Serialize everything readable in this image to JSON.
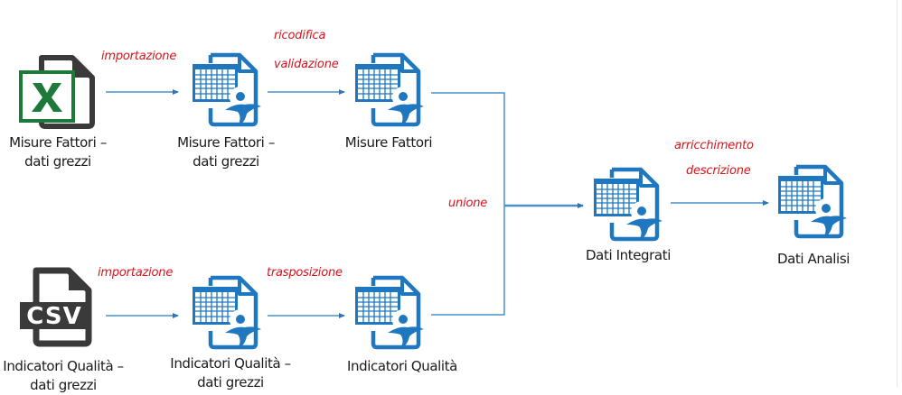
{
  "colors": {
    "flow_line": "#4a90c8",
    "arrow": "#2e75b6",
    "icon_blue": "#1f77c0",
    "operation_text": "#d9121b",
    "excel_green": "#1e7a3a",
    "file_dark": "#3a3a3a",
    "label_text": "#1a1a1a"
  },
  "nodes": {
    "excel_source": {
      "icon": "excel-file-icon",
      "label_line1": "Misure Fattori –",
      "label_line2": "dati grezzi"
    },
    "csv_source": {
      "icon": "csv-file-icon",
      "label_line1": "Indicatori Qualità –",
      "label_line2": "dati grezzi",
      "icon_text": "CSV"
    },
    "mf_raw": {
      "icon": "dataset-file-icon",
      "label_line1": "Misure Fattori –",
      "label_line2": "dati grezzi"
    },
    "mf": {
      "icon": "dataset-file-icon",
      "label_line1": "Misure Fattori"
    },
    "iq_raw": {
      "icon": "dataset-file-icon",
      "label_line1": "Indicatori Qualità –",
      "label_line2": "dati grezzi"
    },
    "iq": {
      "icon": "dataset-file-icon",
      "label_line1": "Indicatori Qualità"
    },
    "integrated": {
      "icon": "dataset-file-icon",
      "label_line1": "Dati Integrati"
    },
    "analysis": {
      "icon": "dataset-file-icon",
      "label_line1": "Dati Analisi"
    }
  },
  "operations": {
    "import_top": "importazione",
    "recode": "ricodifica",
    "validate": "validazione",
    "import_bottom": "importazione",
    "transpose": "trasposizione",
    "union": "unione",
    "enrich": "arricchimento",
    "describe": "descrizione"
  },
  "edges": [
    {
      "from": "excel_source",
      "to": "mf_raw",
      "operation": [
        "importazione"
      ]
    },
    {
      "from": "mf_raw",
      "to": "mf",
      "operation": [
        "ricodifica",
        "validazione"
      ]
    },
    {
      "from": "csv_source",
      "to": "iq_raw",
      "operation": [
        "importazione"
      ]
    },
    {
      "from": "iq_raw",
      "to": "iq",
      "operation": [
        "trasposizione"
      ]
    },
    {
      "from": [
        "mf",
        "iq"
      ],
      "to": "integrated",
      "operation": [
        "unione"
      ]
    },
    {
      "from": "integrated",
      "to": "analysis",
      "operation": [
        "arricchimento",
        "descrizione"
      ]
    }
  ]
}
